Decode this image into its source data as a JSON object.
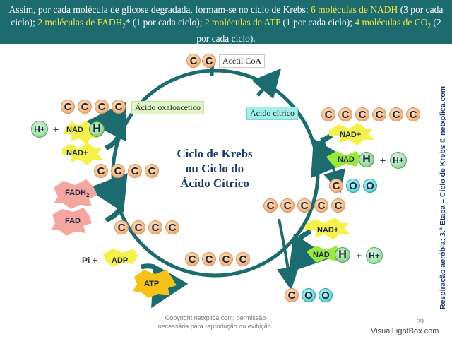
{
  "header": {
    "intro": "Assim, por cada molécula de glicose degradada, formam-se no ciclo de Krebs: ",
    "nadh_hl": "6 moléculas de NADH",
    "nadh_rest": " (3 por cada ciclo); ",
    "fadh_hl": "2 moléculas de FADH",
    "fadh_sub": "2",
    "fadh_rest": "* (1 por cada ciclo); ",
    "atp_hl": "2 moléculas de ATP",
    "atp_rest": " (1 por cada ciclo); ",
    "co2_hl": "4 moléculas de CO",
    "co2_sub": "2",
    "co2_rest": " (2 por cada ciclo)."
  },
  "center_title": [
    "Ciclo de Krebs",
    "ou Ciclo do",
    "Ácido Cítrico"
  ],
  "labels": {
    "acetyl": "Acetil CoA",
    "oxaloacetic": "Ácido oxaloacético",
    "citric": "Ácido cítrico"
  },
  "atoms": {
    "carbon": "C",
    "oxygen": "O",
    "hydrogen": "H",
    "hplus": "H+"
  },
  "molecules": {
    "nad_plus": "NAD+",
    "nad": "NAD",
    "fadh2": "FADH",
    "fadh2_sub": "2",
    "fad": "FAD",
    "adp": "ADP",
    "atp": "ATP",
    "pi": "Pi +",
    "plus": "+"
  },
  "side_caption": "Respiração aeróbia: 3.ª Etapa – Ciclo de Krebs © netxplica.com",
  "copyright": [
    "Copyright netxplica.com: permissão",
    "necessária para reprodução ou exibição."
  ],
  "page_number": "39",
  "watermark": "VisualLightBox.com",
  "colors": {
    "header_bg": "#1c6b6e",
    "highlight": "#f4e64a",
    "cycle_arrow": "#1c6b6e",
    "burst_yellow": "#f6f04a",
    "burst_green": "#9be83c",
    "burst_pink": "#f3a7a0"
  }
}
